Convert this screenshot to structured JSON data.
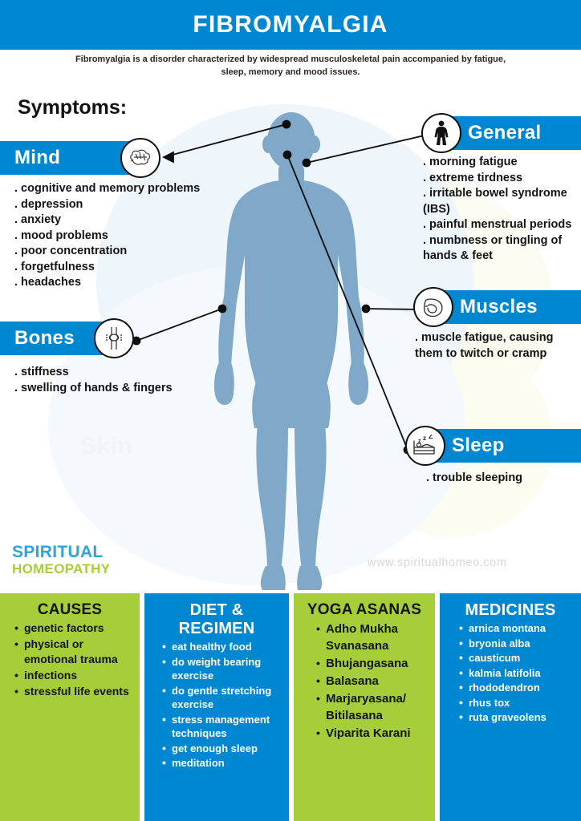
{
  "header": {
    "title": "FIBROMYALGIA",
    "subtitle": "Fibromyalgia is a disorder characterized by widespread musculoskeletal pain accompanied by fatigue, sleep, memory and mood issues.",
    "bg_color": "#0087d1"
  },
  "symptoms": {
    "heading": "Symptoms:",
    "watermark": "Skin",
    "panels": [
      {
        "id": "mind",
        "label": "Mind",
        "icon": "brain-icon",
        "side": "left",
        "items": [
          ". cognitive and memory problems",
          ". depression",
          ". anxiety",
          ". mood problems",
          ". poor concentration",
          ". forgetfulness",
          ". headaches"
        ]
      },
      {
        "id": "bones",
        "label": "Bones",
        "icon": "bone-joint-icon",
        "side": "left",
        "items": [
          ". stiffness",
          ". swelling of hands & fingers"
        ]
      },
      {
        "id": "general",
        "label": "General",
        "icon": "human-body-icon",
        "side": "right",
        "items": [
          ". morning fatigue",
          ". extreme tirdness",
          ". irritable bowel syndrome (IBS)",
          ". painful menstrual periods",
          ". numbness or tingling of hands & feet"
        ]
      },
      {
        "id": "muscles",
        "label": "Muscles",
        "icon": "flexed-bicep-icon",
        "side": "right",
        "items": [
          ". muscle fatigue, causing them to twitch or cramp"
        ]
      },
      {
        "id": "sleep",
        "label": "Sleep",
        "icon": "bed-sleep-icon",
        "side": "right",
        "items": [
          ". trouble sleeping"
        ]
      }
    ]
  },
  "brand": {
    "line1": "SPIRITUAL",
    "line2": "HOMEOPATHY",
    "line1_color": "#2ea3dd",
    "line2_color": "#a6ce39",
    "website": "www.spiritualhomeo.com"
  },
  "columns": [
    {
      "id": "causes",
      "title": "CAUSES",
      "theme": "green",
      "items": [
        "genetic factors",
        "physical or emotional trauma",
        "infections",
        "stressful life events"
      ]
    },
    {
      "id": "diet-regimen",
      "title": "DIET & REGIMEN",
      "theme": "blue",
      "items": [
        "eat healthy food",
        "do weight bearing exercise",
        "do gentle stretching exercise",
        "stress management techniques",
        "get enough sleep",
        "meditation"
      ]
    },
    {
      "id": "yoga-asanas",
      "title": "YOGA ASANAS",
      "theme": "green",
      "items": [
        "Adho Mukha Svanasana",
        "Bhujangasana",
        "Balasana",
        "Marjaryasana/ Bitilasana",
        "Viparita Karani"
      ]
    },
    {
      "id": "medicines",
      "title": "MEDICINES",
      "theme": "blue",
      "items": [
        "arnica montana",
        "bryonia alba",
        "causticum",
        "kalmia latifolia",
        "rhododendron",
        "rhus tox",
        "ruta graveolens"
      ]
    }
  ],
  "palette": {
    "blue": "#0087d1",
    "green": "#a6ce39",
    "silhouette": "#7fa8c9",
    "text_dark": "#131313"
  }
}
